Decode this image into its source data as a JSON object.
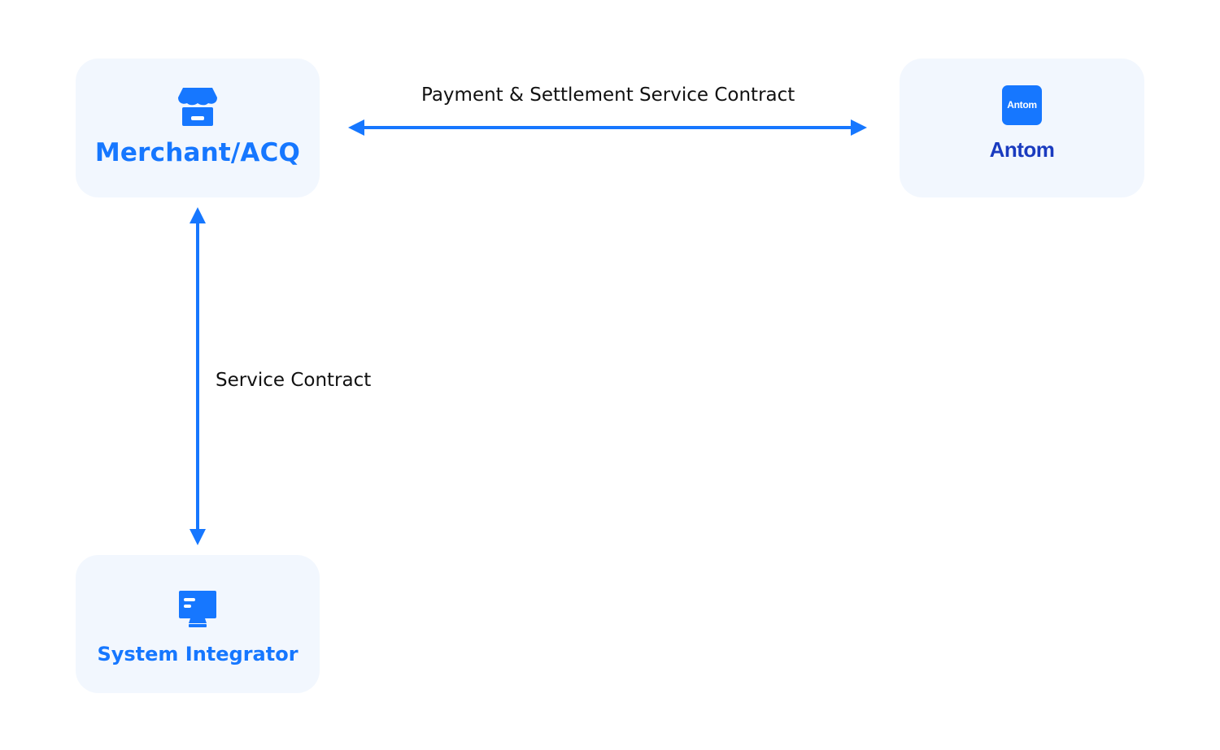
{
  "nodes": {
    "merchant": {
      "label": "Merchant/ACQ",
      "icon": "store-icon"
    },
    "antom": {
      "logo_text": "Antom",
      "icon": "antom-logo-icon"
    },
    "integrator": {
      "label": "System Integrator",
      "icon": "monitor-icon"
    }
  },
  "edges": {
    "payment": {
      "label": "Payment & Settlement Service Contract",
      "direction": "bidirectional"
    },
    "service": {
      "label": "Service Contract",
      "direction": "bidirectional"
    }
  },
  "colors": {
    "accent": "#1677ff",
    "node_background": "#f2f7fe",
    "antom_wordmark": "#1a3bbf",
    "label_text": "#111111"
  }
}
